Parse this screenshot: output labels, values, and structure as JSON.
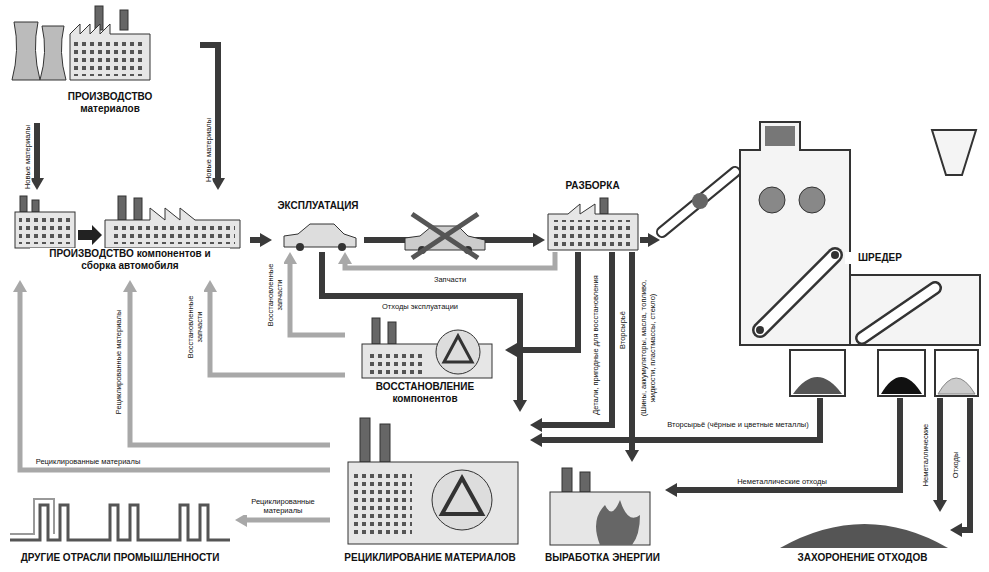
{
  "diagram": {
    "nodes": [
      {
        "text": [
          "ПРОИЗВОДСТВО материалов"
        ]
      },
      {
        "text": [
          "ПРОИЗВОДСТВО компонентов и сборка автомобиля"
        ]
      },
      {
        "text": [
          "ЭКСПЛУАТАЦИЯ"
        ]
      },
      {
        "text": [
          "РАЗБОРКА"
        ]
      },
      {
        "text": [
          "ШРЕДЕР"
        ]
      },
      {
        "text": [
          "ВОССТАНОВЛЕНИЕ компонентов"
        ]
      },
      {
        "text": [
          "РЕЦИКЛИРОВАНИЕ МАТЕРИАЛОВ"
        ]
      },
      {
        "text": [
          "ВЫРАБОТКА ЭНЕРГИИ"
        ]
      },
      {
        "text": [
          "ЗАХОРОНЕНИЕ ОТХОДОВ"
        ]
      },
      {
        "text": [
          "ДРУГИЕ ОТРАСЛИ ПРОМЫШЛЕННОСТИ"
        ]
      }
    ],
    "edges": [
      {
        "from": 0,
        "to": 1,
        "arrow": "to",
        "label": "Новые материалы"
      },
      {
        "from": 0,
        "to": 1,
        "arrow": "to",
        "label": "Новые материалы"
      },
      {
        "from": 1,
        "to": 2,
        "arrow": "to"
      },
      {
        "from": 2,
        "to": 3,
        "arrow": "to"
      },
      {
        "from": 3,
        "to": 2,
        "arrow": "to",
        "label": "Запчасти"
      },
      {
        "from": 3,
        "to": 4,
        "arrow": "to"
      },
      {
        "from": 2,
        "to": 6,
        "arrow": "to",
        "label": "Отходы эксплуатации"
      },
      {
        "from": 5,
        "to": 2,
        "arrow": "to",
        "label": "Восстановленные запчасти"
      },
      {
        "from": 5,
        "to": 1,
        "arrow": "to",
        "label": "Восстановленные запчасти"
      },
      {
        "from": 3,
        "to": 5,
        "arrow": "to",
        "label": "Детали, пригодные для восстановления"
      },
      {
        "from": 3,
        "to": 6,
        "arrow": "to",
        "label": "Вторсырьё"
      },
      {
        "from": 3,
        "to": 7,
        "arrow": "to",
        "label": "(Шины, аккумуляторы, масла, топливо, жидкости, пластмассы, стекло)"
      },
      {
        "from": 4,
        "to": 6,
        "arrow": "to",
        "label": "Вторсырьё (чёрные и цветные металлы)"
      },
      {
        "from": 4,
        "to": 7,
        "arrow": "to",
        "label": "Неметаллические отходы"
      },
      {
        "from": 4,
        "to": 8,
        "arrow": "to",
        "label": "Неметаллические"
      },
      {
        "from": 4,
        "to": 8,
        "arrow": "to",
        "label": "Отходы"
      },
      {
        "from": 6,
        "to": 1,
        "arrow": "to",
        "label": "Рециклированные материалы"
      },
      {
        "from": 6,
        "to": 1,
        "arrow": "to",
        "label": "Рециклированные материалы"
      },
      {
        "from": 6,
        "to": 9,
        "arrow": "to",
        "label": "Рециклированные материалы"
      }
    ]
  }
}
